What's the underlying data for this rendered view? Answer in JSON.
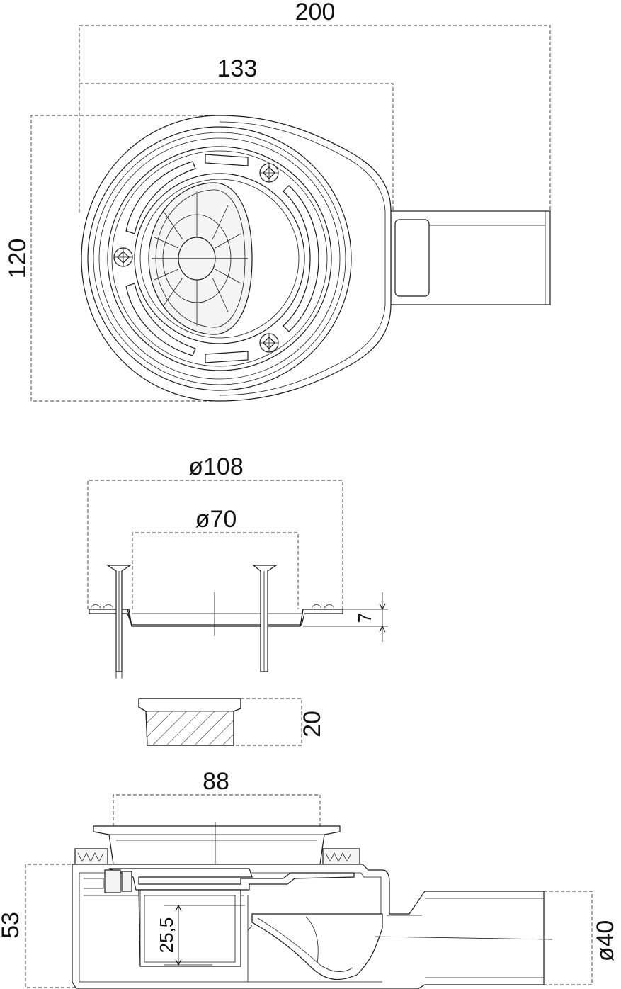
{
  "dimensions": {
    "overall_length": "200",
    "body_width": "133",
    "body_height": "120",
    "flange_diameter": "ø108",
    "grate_diameter": "ø70",
    "flange_thickness": "7",
    "trap_height": "20",
    "top_diameter": "88",
    "total_height": "53",
    "water_seal": "25,5",
    "outlet_diameter": "ø40"
  },
  "icons": {
    "screw_top": "screw-head-icon",
    "screw_bottom": "screw-head-icon",
    "screw_left": "screw-head-icon"
  }
}
